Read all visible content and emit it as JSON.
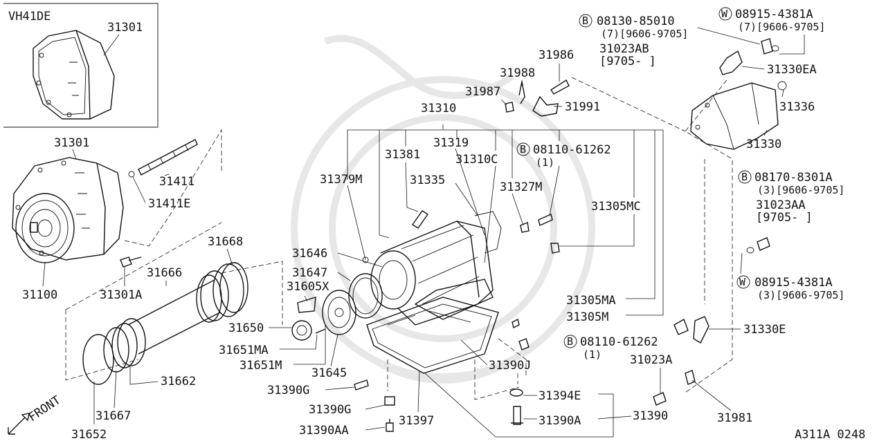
{
  "inset": {
    "engine": "VH41DE",
    "part": "31301"
  },
  "labels": {
    "p31301b": "31301",
    "p31411": "31411",
    "p31411e": "31411E",
    "p31100": "31100",
    "p31301a": "31301A",
    "p31668": "31668",
    "p31666": "31666",
    "p31662": "31662",
    "p31667": "31667",
    "p31652": "31652",
    "p31646": "31646",
    "p31647": "31647",
    "p31605x": "31605X",
    "p31650": "31650",
    "p31651ma": "31651MA",
    "p31651m": "31651M",
    "p31645": "31645",
    "p31390g1": "31390G",
    "p31390g2": "31390G",
    "p31390aa": "31390AA",
    "p31397": "31397",
    "p31310": "31310",
    "p31381": "31381",
    "p31319": "31319",
    "p31310c": "31310C",
    "p31379m": "31379M",
    "p31335": "31335",
    "p31327m": "31327M",
    "p31305mc": "31305MC",
    "p31305ma": "31305MA",
    "p31305m": "31305M",
    "p31390j": "31390J",
    "p31394e": "31394E",
    "p31390a": "31390A",
    "p31390": "31390",
    "p31987": "31987",
    "p31988": "31988",
    "p31986": "31986",
    "p31991": "31991",
    "p31330ea": "31330EA",
    "p31336": "31336",
    "p31330": "31330",
    "p31330e": "31330E",
    "p31023a": "31023A",
    "p31981": "31981"
  },
  "callouts": {
    "b1": {
      "symbol": "B",
      "part": "08130-85010",
      "qty": "(7)[9606-9705]"
    },
    "w1": {
      "symbol": "W",
      "part": "08915-4381A",
      "qty": "(7)[9606-9705]"
    },
    "alt1": {
      "part": "31023AB",
      "range": "[9705-     ]"
    },
    "b2": {
      "symbol": "B",
      "part": "08110-61262",
      "qty": "(1)"
    },
    "b3": {
      "symbol": "B",
      "part": "08170-8301A",
      "qty": "(3)[9606-9705]"
    },
    "alt2": {
      "part": "31023AA",
      "range": "[9705-     ]"
    },
    "w2": {
      "symbol": "W",
      "part": "08915-4381A",
      "qty": "(3)[9606-9705]"
    },
    "b4": {
      "symbol": "B",
      "part": "08110-61262",
      "qty": "(1)"
    }
  },
  "front_label": "FRONT",
  "diagram_code": "A311A 0248"
}
